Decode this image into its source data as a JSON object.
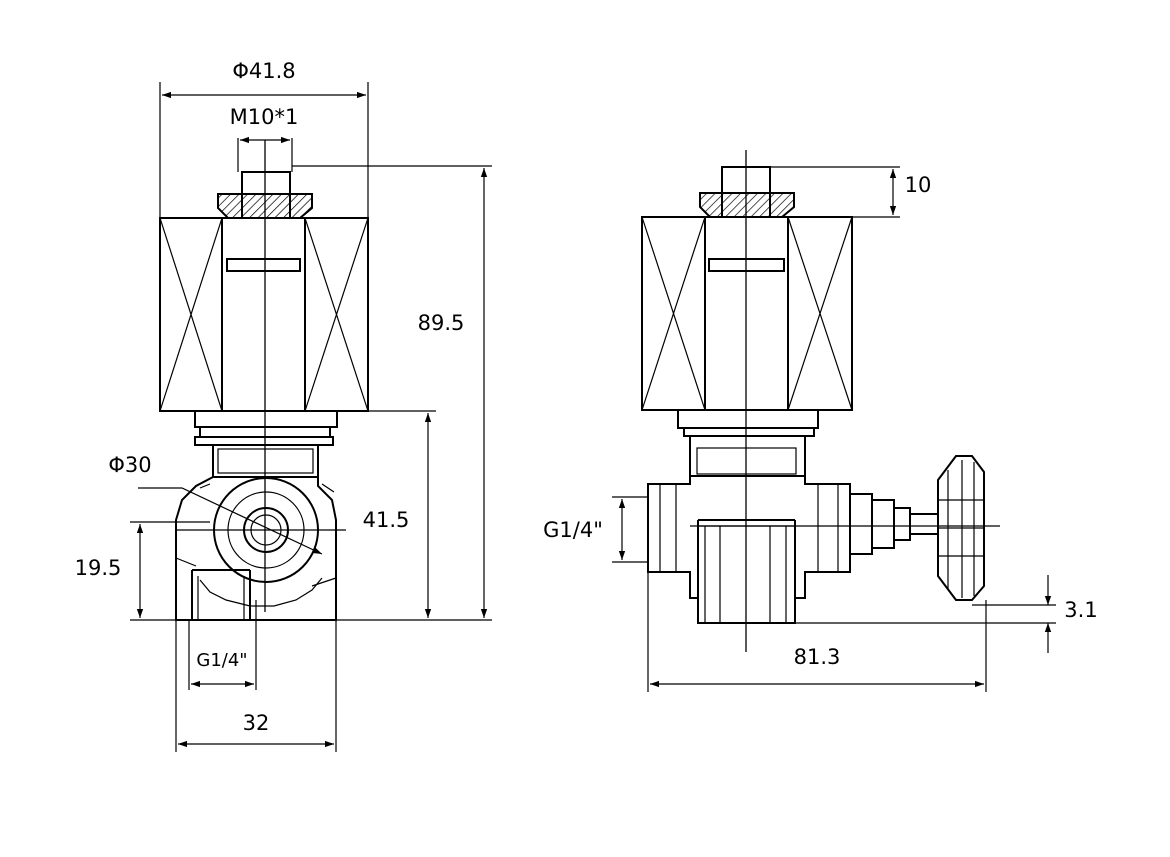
{
  "front_view": {
    "coil_diameter_label": "Φ41.8",
    "thread_label": "M10*1",
    "total_height_label": "89.5",
    "body_height_label": "41.5",
    "body_diameter_label": "Φ30",
    "port_height_label": "19.5",
    "port_thread_label": "G1/4\"",
    "base_width_label": "32"
  },
  "side_view": {
    "nut_height_label": "10",
    "port_thread_label": "G1/4\"",
    "knob_offset_label": "3.1",
    "overall_length_label": "81.3"
  }
}
